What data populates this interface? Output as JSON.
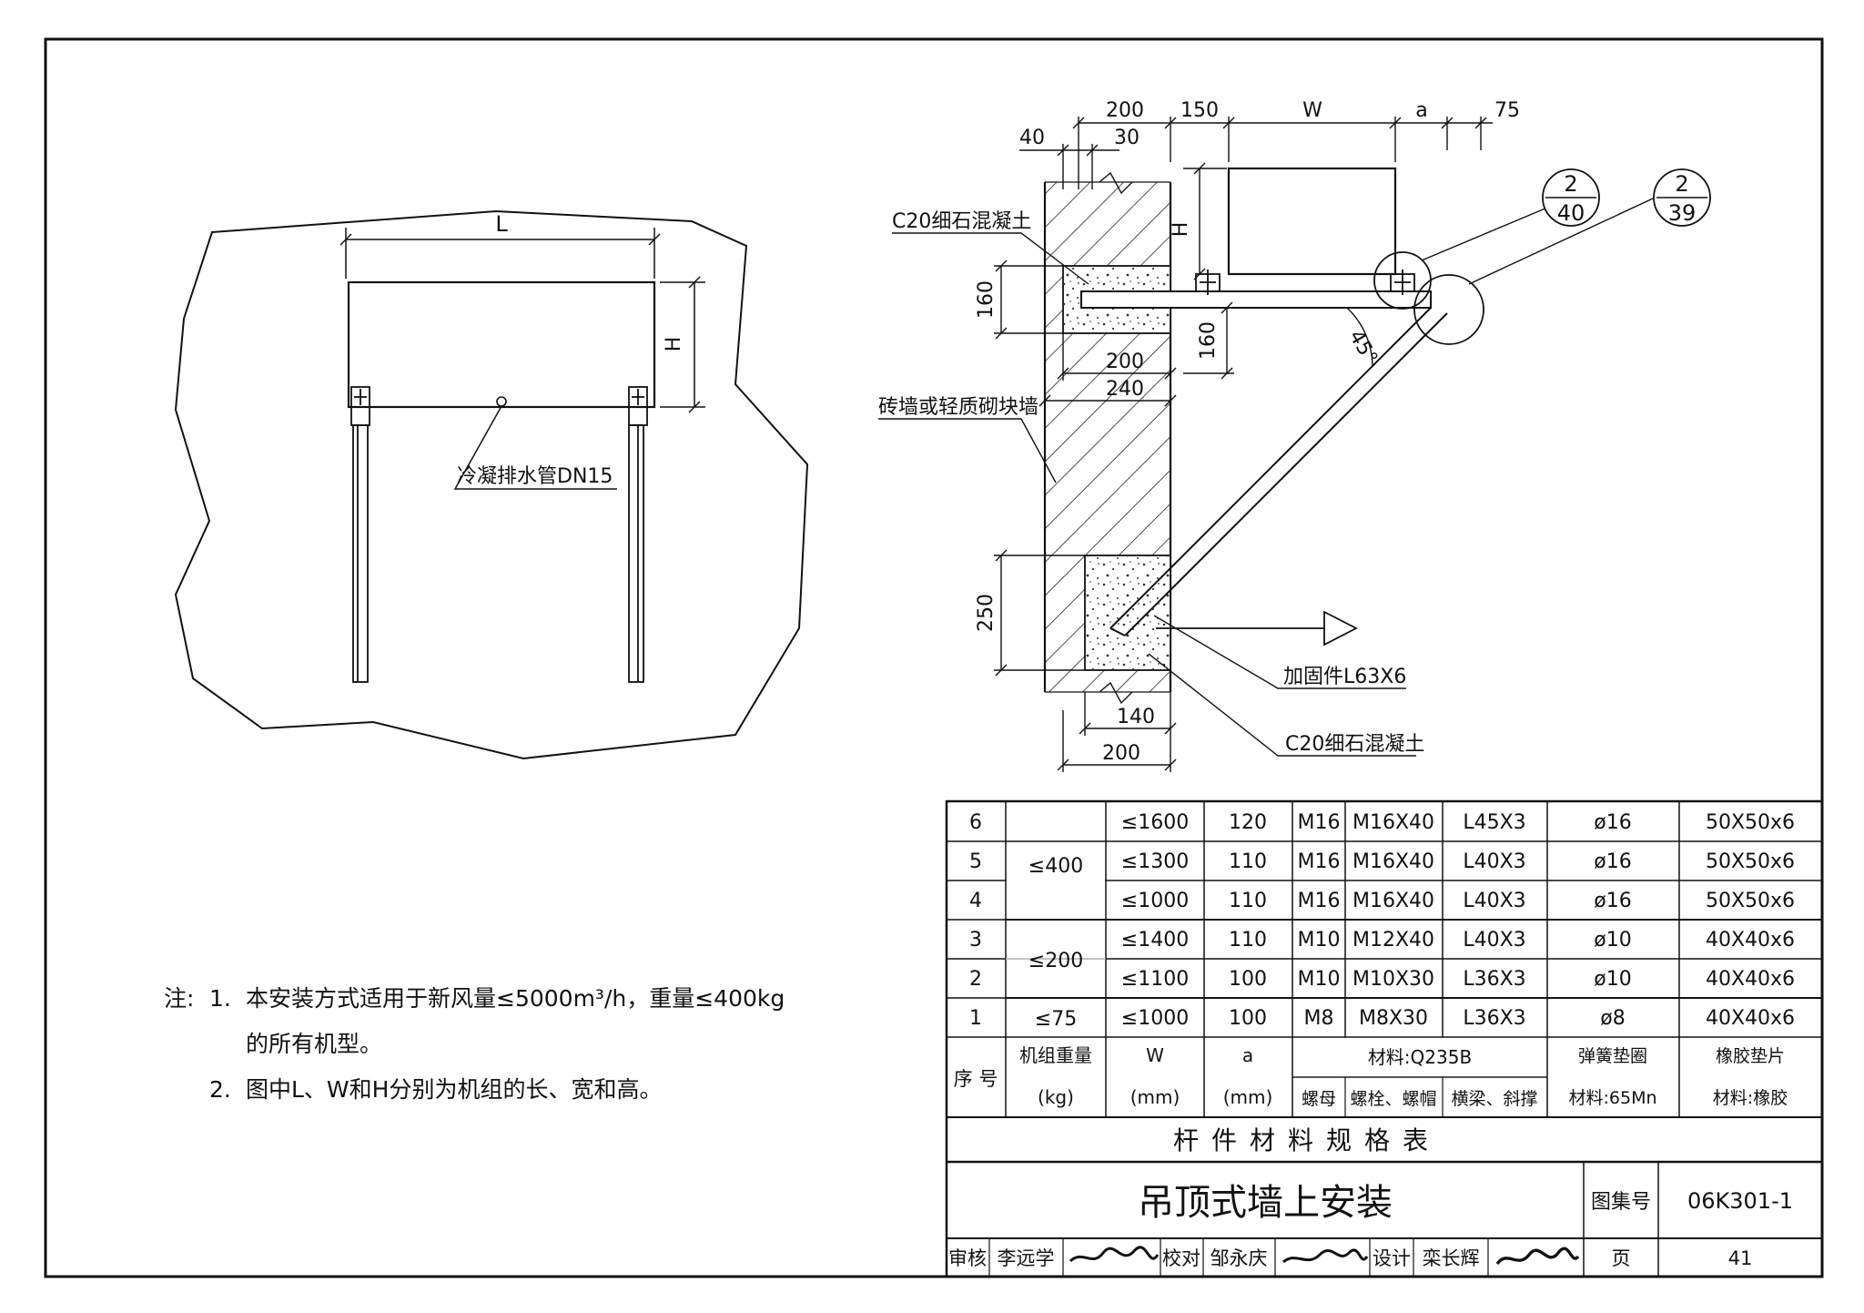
{
  "elevation": {
    "length_label": "L",
    "height_label": "H",
    "drain_label": "冷凝排水管DN15"
  },
  "section": {
    "dims_top": [
      "200",
      "150",
      "W",
      "a",
      "75",
      "40",
      "30"
    ],
    "concrete_top_label": "C20细石混凝土",
    "wall_label": "砖墙或轻质砌块墙",
    "dim_160_left": "160",
    "dim_h": "H",
    "dim_160_right": "160",
    "angle_label": "45°",
    "dim_200_mid": "200",
    "dim_240_mid": "240",
    "dim_250": "250",
    "dim_140": "140",
    "dim_200_bottom": "200",
    "reinforce_label": "加固件L63X6",
    "concrete_bottom_label": "C20细石混凝土",
    "ref1": {
      "top": "2",
      "bottom": "40"
    },
    "ref2": {
      "top": "2",
      "bottom": "39"
    }
  },
  "notes": {
    "prefix": "注:",
    "items": [
      {
        "num": "1.",
        "line1": "本安装方式适用于新风量≤5000m³/h，重量≤400kg",
        "line2": "的所有机型。"
      },
      {
        "num": "2.",
        "line1": "图中L、W和H分别为机组的长、宽和高。",
        "line2": ""
      }
    ]
  },
  "table": {
    "rows": [
      [
        "6",
        "≤1600",
        "120",
        "M16",
        "M16X40",
        "L45X3",
        "ø16",
        "50X50x6"
      ],
      [
        "5",
        "≤1300",
        "110",
        "M16",
        "M16X40",
        "L40X3",
        "ø16",
        "50X50x6"
      ],
      [
        "4",
        "≤1000",
        "110",
        "M16",
        "M16X40",
        "L40X3",
        "ø16",
        "50X50x6"
      ],
      [
        "3",
        "≤1400",
        "110",
        "M10",
        "M12X40",
        "L40X3",
        "ø10",
        "40X40x6"
      ],
      [
        "2",
        "≤1100",
        "100",
        "M10",
        "M10X30",
        "L36X3",
        "ø10",
        "40X40x6"
      ],
      [
        "1",
        "≤1000",
        "100",
        "M8",
        "M8X30",
        "L36X3",
        "ø8",
        "40X40x6"
      ]
    ],
    "weight_groups": [
      "≤400",
      "≤200",
      "≤75"
    ],
    "header": {
      "seq": "序 号",
      "weight_l1": "机组重量",
      "weight_l2": "(kg)",
      "w_l1": "W",
      "w_l2": "(mm)",
      "a_l1": "a",
      "a_l2": "(mm)",
      "material": "材料:Q235B",
      "nut": "螺母",
      "bolt": "螺栓、螺帽",
      "beam": "横梁、斜撑",
      "washer_l1": "弹簧垫圈",
      "washer_l2": "材料:65Mn",
      "rubber_l1": "橡胶垫片",
      "rubber_l2": "材料:橡胶"
    },
    "title": "杆件材料规格表"
  },
  "title_block": {
    "title": "吊顶式墙上安装",
    "atlas_label": "图集号",
    "atlas_value": "06K301-1",
    "review_label": "审核",
    "review_name": "李远学",
    "check_label": "校对",
    "check_name": "邹永庆",
    "design_label": "设计",
    "design_name": "栾长辉",
    "page_label": "页",
    "page_value": "41"
  }
}
